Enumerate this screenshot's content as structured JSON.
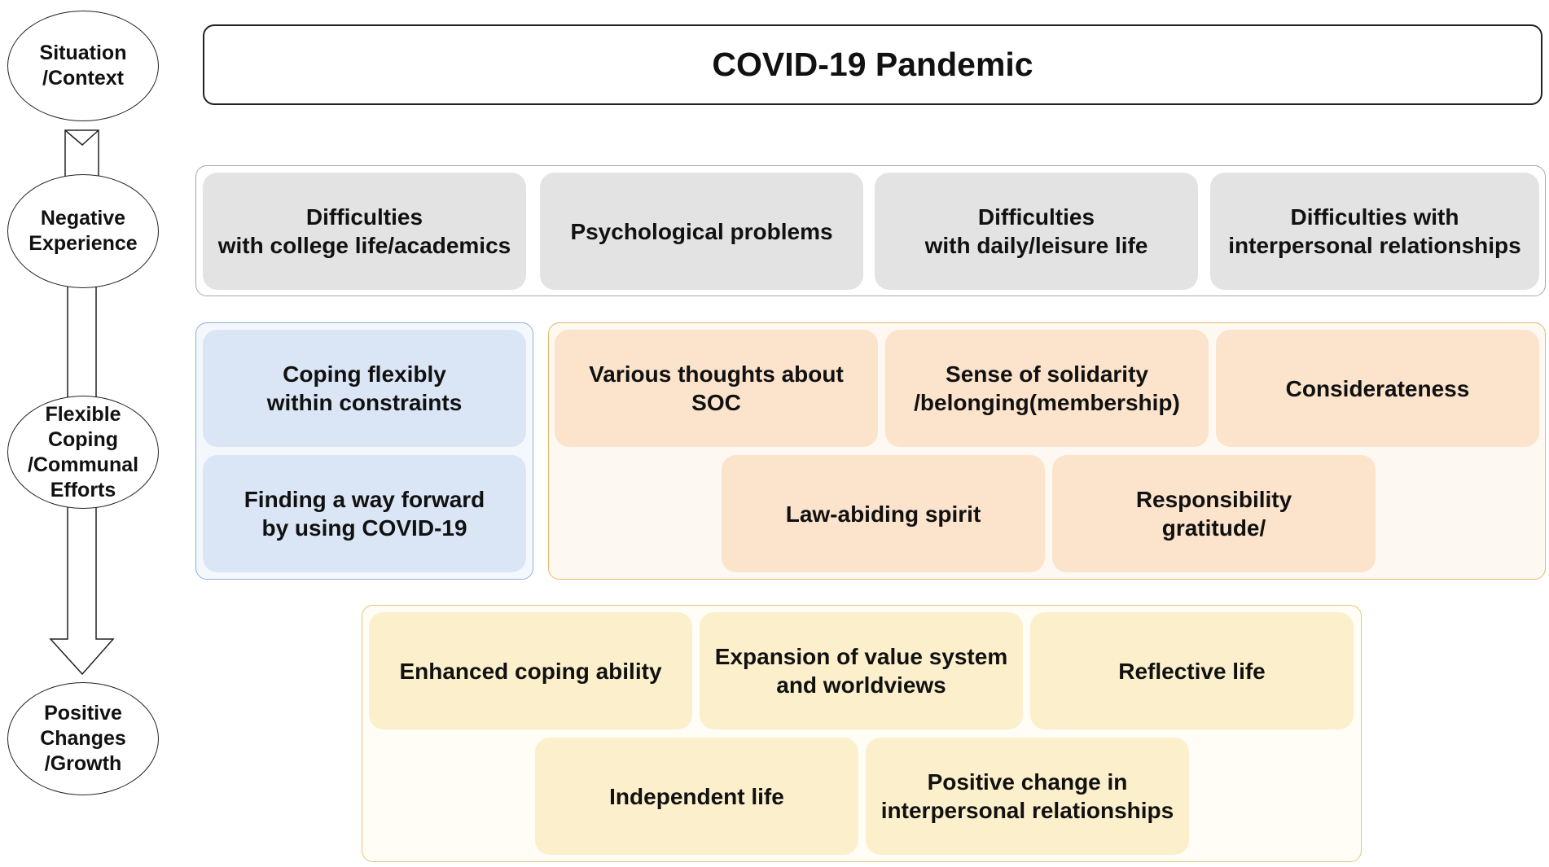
{
  "stages": {
    "situation": "Situation\n/Context",
    "negative": "Negative\nExperience",
    "flexible": "Flexible\nCoping\n/Communal\nEfforts",
    "positive": "Positive\nChanges\n/Growth"
  },
  "context_title": "COVID-19 Pandemic",
  "negative_experience": [
    "Difficulties\nwith college life/academics",
    "Psychological problems",
    "Difficulties\nwith daily/leisure life",
    "Difficulties with\ninterpersonal relationships"
  ],
  "flexible_coping": [
    "Coping flexibly\nwithin constraints",
    "Finding a way forward\nby using COVID-19"
  ],
  "communal_efforts": [
    "Various thoughts about SOC",
    "Sense of solidarity\n/belonging(membership)",
    "Considerateness",
    "Law-abiding spirit",
    "Responsibility\ngratitude/"
  ],
  "positive_changes": [
    "Enhanced coping ability",
    "Expansion of value system\nand worldviews",
    "Reflective life",
    "Independent life",
    "Positive change in\ninterpersonal relationships"
  ],
  "colors": {
    "gray": "#e3e3e3",
    "blue": "#dae6f6",
    "orange": "#fbe3cc",
    "yellow": "#fcefcc"
  }
}
